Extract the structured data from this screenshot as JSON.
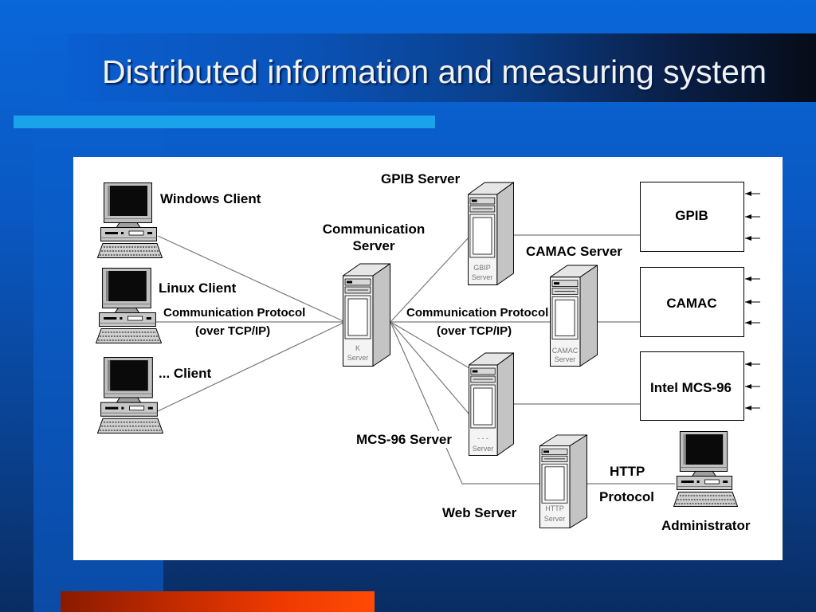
{
  "slide": {
    "title": "Distributed information and measuring system"
  },
  "diagram": {
    "clients": {
      "windows": {
        "label": "Windows Client",
        "icon": "desktop-computer-icon"
      },
      "linux": {
        "label": "Linux Client",
        "icon": "desktop-computer-icon"
      },
      "other": {
        "label": "... Client",
        "icon": "desktop-computer-icon"
      }
    },
    "client_link": {
      "protocol": "Communication Protocol",
      "transport": "(over TCP/IP)"
    },
    "communication_server": {
      "label_line1": "Communication",
      "label_line2": "Server",
      "tower_text": [
        "K",
        "Server"
      ],
      "icon": "server-tower-icon"
    },
    "server_link": {
      "protocol": "Communication Protocol",
      "transport": "(over TCP/IP)"
    },
    "gpib_server": {
      "label": "GPIB Server",
      "tower_text": [
        "GBIP",
        "Server"
      ],
      "icon": "server-tower-icon"
    },
    "camac_server": {
      "label": "CAMAC Server",
      "tower_text": [
        "CAMAC",
        "Server"
      ],
      "icon": "server-tower-icon"
    },
    "mcs96_server": {
      "label": "MCS-96 Server",
      "tower_text": [
        "- - -",
        "Server"
      ],
      "icon": "server-tower-icon"
    },
    "web_server": {
      "label": "Web Server",
      "tower_text": [
        "HTTP",
        "Server"
      ],
      "icon": "server-tower-icon"
    },
    "admin_link": {
      "line1": "HTTP",
      "line2": "Protocol"
    },
    "administrator": {
      "label": "Administrator",
      "icon": "desktop-computer-icon"
    },
    "devices": {
      "gpib": {
        "label": "GPIB"
      },
      "camac": {
        "label": "CAMAC"
      },
      "mcs96": {
        "label": "Intel MCS-96"
      }
    }
  },
  "colors": {
    "slide_background_top": "#0a67d9",
    "slide_background_bottom": "#0a2c62",
    "title_text": "#f2f2f2",
    "accent_bar": "#1aa3ea",
    "footer_bar_start": "#8a1a00",
    "footer_bar_end": "#ff4a05",
    "panel": "#ffffff"
  }
}
